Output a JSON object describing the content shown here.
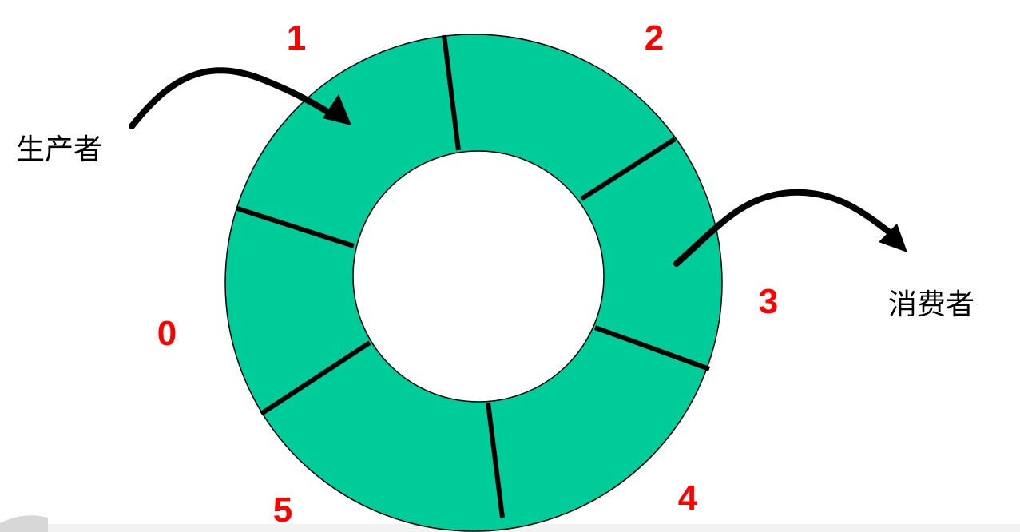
{
  "buffer": {
    "segments": [
      "0",
      "1",
      "2",
      "3",
      "4",
      "5"
    ],
    "ring_color": "#00CC99",
    "number_color": "#FF0000"
  },
  "producer": {
    "label": "生产者"
  },
  "consumer": {
    "label": "消费者"
  }
}
